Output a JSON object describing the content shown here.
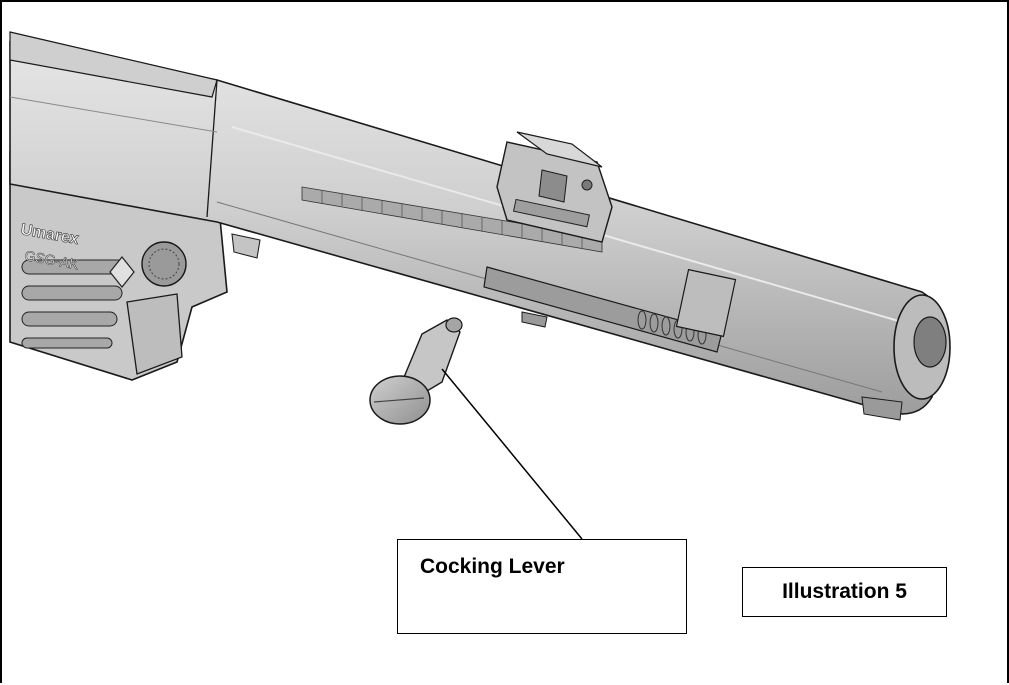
{
  "callouts": {
    "cocking_lever": "Cocking Lever"
  },
  "figure": {
    "caption": "Illustration 5"
  },
  "receiver_marking": {
    "brand": "Umarex",
    "model": "GSG-AK"
  },
  "colors": {
    "metal_light": "#d8d8d8",
    "metal_mid": "#bfbfbf",
    "metal_dark": "#8a8a8a",
    "outline": "#1a1a1a"
  }
}
